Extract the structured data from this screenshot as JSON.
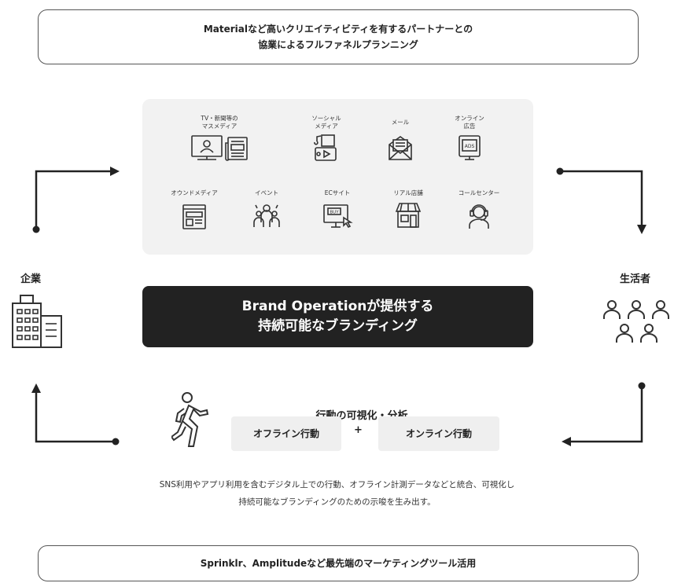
{
  "top_box": {
    "line1": "Materialなど高いクリエイティビティを有するパートナーとの",
    "line2": "協業によるフルファネルプランニング"
  },
  "channels": {
    "row1": [
      {
        "line1": "TV・新聞等の",
        "line2": "マスメディア",
        "icon": "mass-media-icon"
      },
      {
        "line1": "ソーシャル",
        "line2": "メディア",
        "icon": "social-media-icon"
      },
      {
        "line1": "メール",
        "line2": "",
        "icon": "mail-icon"
      },
      {
        "line1": "オンライン",
        "line2": "広告",
        "icon": "online-ad-icon"
      }
    ],
    "row2": [
      {
        "line1": "オウンドメディア",
        "icon": "owned-media-icon"
      },
      {
        "line1": "イベント",
        "icon": "event-icon"
      },
      {
        "line1": "ECサイト",
        "icon": "ec-site-icon"
      },
      {
        "line1": "リアル店舗",
        "icon": "store-icon"
      },
      {
        "line1": "コールセンター",
        "icon": "call-center-icon"
      }
    ]
  },
  "left_label": "企業",
  "right_label": "生活者",
  "brand": {
    "line1": "Brand Operationが提供する",
    "line2": "持続可能なブランディング"
  },
  "analysis": {
    "title": "行動の可視化・分析",
    "offline": "オフライン行動",
    "plus": "+",
    "online": "オンライン行動"
  },
  "description": {
    "line1": "SNS利用やアプリ利用を含むデジタル上での行動、オフライン計測データなどと統合、可視化し",
    "line2": "持続可能なブランディングのための示唆を生み出す。"
  },
  "bottom_box": {
    "text": "Sprinklr、Amplitudeなど最先端のマーケティングツール活用"
  }
}
